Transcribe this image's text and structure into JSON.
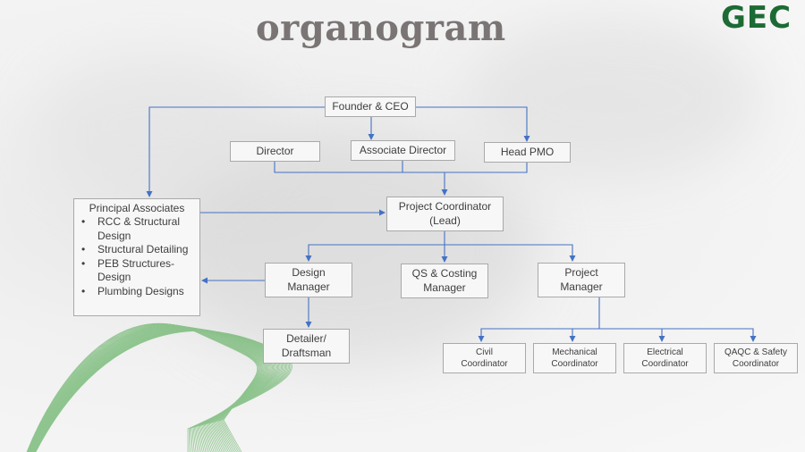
{
  "title": "organogram",
  "logo": {
    "text": "GEC"
  },
  "nodes": {
    "founder": "Founder & CEO",
    "director": "Director",
    "associate_director": "Associate Director",
    "head_pmo": "Head PMO",
    "principal_associates": {
      "title": "Principal Associates",
      "items": [
        "RCC & Structural Design",
        "Structural Detailing",
        "PEB Structures- Design",
        "Plumbing Designs"
      ]
    },
    "project_coordinator": {
      "line1": "Project Coordinator",
      "line2": "(Lead)"
    },
    "design_manager": {
      "line1": "Design",
      "line2": "Manager"
    },
    "qs_costing_manager": {
      "line1": "QS & Costing",
      "line2": "Manager"
    },
    "project_manager": {
      "line1": "Project",
      "line2": "Manager"
    },
    "detailer": {
      "line1": "Detailer/",
      "line2": "Draftsman"
    },
    "civil": {
      "line1": "Civil",
      "line2": "Coordinator"
    },
    "mechanical": {
      "line1": "Mechanical",
      "line2": "Coordinator"
    },
    "electrical": {
      "line1": "Electrical",
      "line2": "Coordinator"
    },
    "qaqc": {
      "line1": "QAQC & Safety",
      "line2": "Coordinator"
    }
  },
  "colors": {
    "connector": "#4472c4",
    "title": "#7a7574",
    "logo": "#1c6b34",
    "wave": "#6db56d"
  }
}
